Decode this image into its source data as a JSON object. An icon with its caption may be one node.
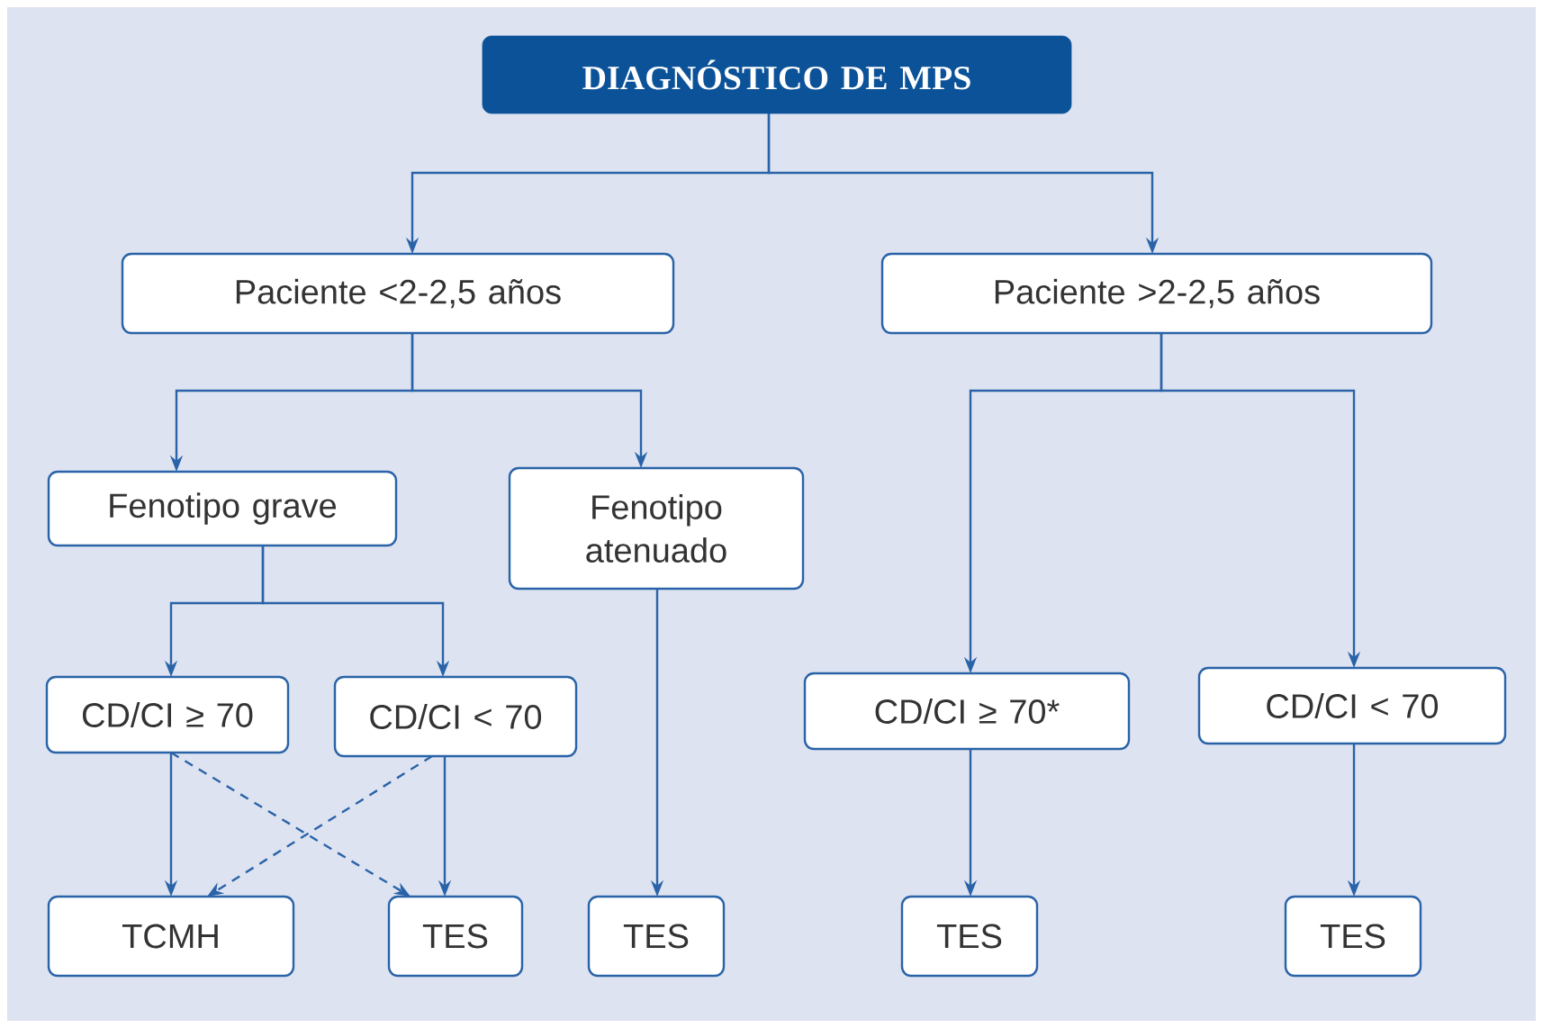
{
  "diagram": {
    "nodes": [
      {
        "text": [
          "DIAGNÓSTICO DE MPS"
        ]
      },
      {
        "text": [
          "Paciente <2-2,5 años"
        ]
      },
      {
        "text": [
          "Paciente >2-2,5 años"
        ]
      },
      {
        "text": [
          "Fenotipo grave"
        ]
      },
      {
        "text": [
          "Fenotipo atenuado"
        ]
      },
      {
        "text": [
          "CD/CI ≥ 70"
        ]
      },
      {
        "text": [
          "CD/CI < 70"
        ]
      },
      {
        "text": [
          "CD/CI ≥ 70*"
        ]
      },
      {
        "text": [
          "CD/CI < 70"
        ]
      },
      {
        "text": [
          "TCMH"
        ]
      },
      {
        "text": [
          "TES"
        ]
      },
      {
        "text": [
          "TES"
        ]
      },
      {
        "text": [
          "TES"
        ]
      },
      {
        "text": [
          "TES"
        ]
      }
    ],
    "edges": [
      {
        "from": 0,
        "to": 1,
        "arrow": "to"
      },
      {
        "from": 0,
        "to": 2,
        "arrow": "to"
      },
      {
        "from": 1,
        "to": 3,
        "arrow": "to"
      },
      {
        "from": 1,
        "to": 4,
        "arrow": "to"
      },
      {
        "from": 2,
        "to": 7,
        "arrow": "to"
      },
      {
        "from": 2,
        "to": 8,
        "arrow": "to"
      },
      {
        "from": 3,
        "to": 5,
        "arrow": "to"
      },
      {
        "from": 3,
        "to": 6,
        "arrow": "to"
      },
      {
        "from": 5,
        "to": 9,
        "arrow": "to"
      },
      {
        "from": 5,
        "to": 10,
        "arrow": "to",
        "style": "dashed"
      },
      {
        "from": 6,
        "to": 9,
        "arrow": "to",
        "style": "dashed"
      },
      {
        "from": 6,
        "to": 10,
        "arrow": "to"
      },
      {
        "from": 4,
        "to": 11,
        "arrow": "to"
      },
      {
        "from": 7,
        "to": 12,
        "arrow": "to"
      },
      {
        "from": 8,
        "to": 13,
        "arrow": "to"
      }
    ]
  }
}
